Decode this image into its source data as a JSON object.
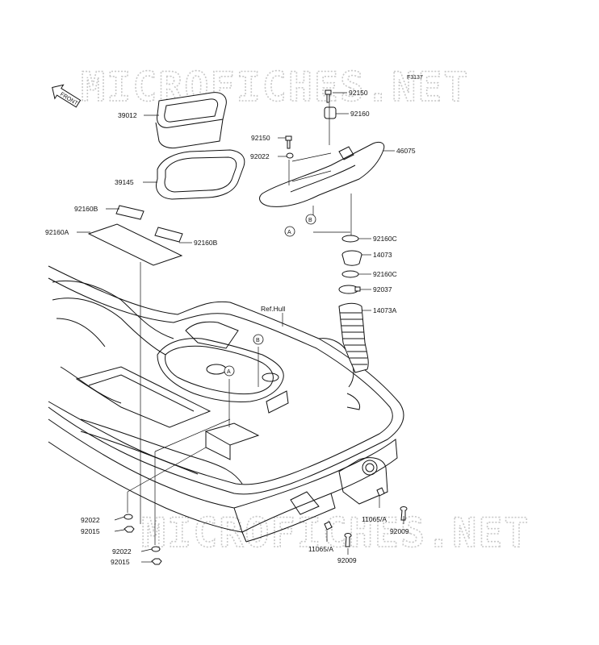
{
  "figure_code": "F3137",
  "watermark": "MICROFICHES.NET",
  "front_label": "FRONT",
  "ref_label": "Ref.Hull",
  "callouts": {
    "a": "A",
    "b": "B"
  },
  "parts": [
    {
      "id": "92150_top",
      "text": "92150"
    },
    {
      "id": "92160_top",
      "text": "92160"
    },
    {
      "id": "39012",
      "text": "39012"
    },
    {
      "id": "92150_mid",
      "text": "92150"
    },
    {
      "id": "92022_mid",
      "text": "92022"
    },
    {
      "id": "46075",
      "text": "46075"
    },
    {
      "id": "39145",
      "text": "39145"
    },
    {
      "id": "92160B_left",
      "text": "92160B"
    },
    {
      "id": "92160A",
      "text": "92160A"
    },
    {
      "id": "92160B_right",
      "text": "92160B"
    },
    {
      "id": "92160C_1",
      "text": "92160C"
    },
    {
      "id": "14073",
      "text": "14073"
    },
    {
      "id": "92160C_2",
      "text": "92160C"
    },
    {
      "id": "92037",
      "text": "92037"
    },
    {
      "id": "14073A",
      "text": "14073A"
    },
    {
      "id": "92022_low1",
      "text": "92022"
    },
    {
      "id": "92015_low1",
      "text": "92015"
    },
    {
      "id": "92022_low2",
      "text": "92022"
    },
    {
      "id": "92015_low2",
      "text": "92015"
    },
    {
      "id": "11065A_right",
      "text": "11065/A"
    },
    {
      "id": "92009_right",
      "text": "92009"
    },
    {
      "id": "11065A_bottom",
      "text": "11065/A"
    },
    {
      "id": "92009_bottom",
      "text": "92009"
    }
  ]
}
